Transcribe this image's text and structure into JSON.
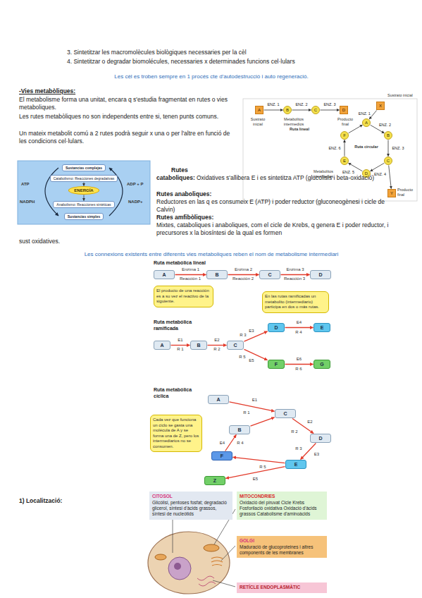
{
  "diagram": {
    "nodes": [
      {
        "text": [
          "A"
        ]
      },
      {
        "text": [
          "B"
        ]
      },
      {
        "text": [
          "C"
        ]
      },
      {
        "text": [
          "D"
        ]
      },
      {
        "text": [
          "X"
        ]
      },
      {
        "text": [
          "A"
        ]
      },
      {
        "text": [
          "B"
        ]
      },
      {
        "text": [
          "C"
        ]
      },
      {
        "text": [
          "D"
        ]
      },
      {
        "text": [
          "E"
        ]
      },
      {
        "text": [
          "F"
        ]
      },
      {
        "text": [
          "Y"
        ]
      },
      {
        "text": [
          "Sustancias complejas"
        ]
      },
      {
        "text": [
          "Catabolismo: Reacciones degradativas"
        ]
      },
      {
        "text": [
          "ENERGÍA"
        ]
      },
      {
        "text": [
          "Anabolismo: Reacciones sintéticas"
        ]
      },
      {
        "text": [
          "Sustancias simples"
        ]
      },
      {
        "text": [
          "A"
        ]
      },
      {
        "text": [
          "B"
        ]
      },
      {
        "text": [
          "C"
        ]
      },
      {
        "text": [
          "D"
        ]
      },
      {
        "text": [
          "El producto de una reacción es a su vez el reactivo de la siguiente."
        ]
      },
      {
        "text": [
          "A"
        ]
      },
      {
        "text": [
          "B"
        ]
      },
      {
        "text": [
          "C"
        ]
      },
      {
        "text": [
          "D"
        ]
      },
      {
        "text": [
          "E"
        ]
      },
      {
        "text": [
          "F"
        ]
      },
      {
        "text": [
          "G"
        ]
      },
      {
        "text": [
          "En las rutas ramificadas un metabolito (intermediario) participa en dos o más rutas."
        ]
      },
      {
        "text": [
          "A"
        ]
      },
      {
        "text": [
          "C"
        ]
      },
      {
        "text": [
          "B"
        ]
      },
      {
        "text": [
          "D"
        ]
      },
      {
        "text": [
          "F"
        ]
      },
      {
        "text": [
          "E"
        ]
      },
      {
        "text": [
          "Z"
        ]
      },
      {
        "text": [
          "Cada vez que funciona un ciclo se gasta una molécula de A y se forma una de Z, pero los intermediarios no se consumen."
        ]
      },
      {
        "text": [
          "CITOSOL",
          "Glicòlisi, pentoses fosfat; degradació glicerol, síntesi d'àcids grassos, síntesi de nucleòtids"
        ]
      },
      {
        "text": [
          "MITOCONDRIES",
          "Oxidació del piruvat Cicle Krebs Fosforilació oxidativa Oxidació d'àcids grassos Catabolisme d'aminoàcids"
        ]
      },
      {
        "text": [
          "GOLGI",
          "Maduració de glucoproteines i altres components de les membranes"
        ]
      },
      {
        "text": [
          "RETÍCLE ENDOPLASMÀTIC"
        ]
      }
    ],
    "edges": [
      {
        "from": 0,
        "to": 1,
        "label": "ENZ. 1",
        "arrow": "to"
      },
      {
        "from": 1,
        "to": 2,
        "label": "ENZ. 2",
        "arrow": "to"
      },
      {
        "from": 2,
        "to": 3,
        "label": "ENZ. 3",
        "arrow": "to"
      },
      {
        "from": 4,
        "to": 5,
        "label": "ENZ. 1",
        "arrow": "to"
      },
      {
        "from": 5,
        "to": 6,
        "label": "ENZ. 2",
        "arrow": "to"
      },
      {
        "from": 6,
        "to": 7,
        "label": "ENZ. 3",
        "arrow": "to"
      },
      {
        "from": 7,
        "to": 8,
        "label": "ENZ. 4",
        "arrow": "to"
      },
      {
        "from": 8,
        "to": 9,
        "label": "ENZ. 5",
        "arrow": "to"
      },
      {
        "from": 9,
        "to": 10,
        "label": "ENZ. 6",
        "arrow": "to"
      },
      {
        "from": 10,
        "to": 5,
        "arrow": "to"
      },
      {
        "from": 7,
        "to": 11,
        "arrow": "to"
      },
      {
        "from": 13,
        "to": 14,
        "arrow": "to"
      },
      {
        "from": 14,
        "to": 15,
        "arrow": "to"
      },
      {
        "from": 17,
        "to": 18,
        "label": "Enzima 1",
        "arrow": "to"
      },
      {
        "from": 18,
        "to": 19,
        "label": "Enzima 2",
        "arrow": "to"
      },
      {
        "from": 19,
        "to": 20,
        "label": "Enzima 3",
        "arrow": "to"
      },
      {
        "from": 22,
        "to": 23,
        "label": "E1",
        "arrow": "to"
      },
      {
        "from": 23,
        "to": 24,
        "label": "E2",
        "arrow": "to"
      },
      {
        "from": 24,
        "to": 25,
        "label": "E3",
        "arrow": "to"
      },
      {
        "from": 25,
        "to": 26,
        "label": "E4",
        "arrow": "to"
      },
      {
        "from": 24,
        "to": 27,
        "label": "E5",
        "arrow": "to"
      },
      {
        "from": 27,
        "to": 28,
        "label": "E6",
        "arrow": "to"
      },
      {
        "from": 30,
        "to": 31,
        "label": "E1",
        "arrow": "to"
      },
      {
        "from": 32,
        "to": 31,
        "arrow": "to"
      },
      {
        "from": 31,
        "to": 33,
        "label": "E2",
        "arrow": "to"
      },
      {
        "from": 33,
        "to": 35,
        "label": "E3",
        "arrow": "to"
      },
      {
        "from": 35,
        "to": 34,
        "arrow": "to"
      },
      {
        "from": 34,
        "to": 32,
        "label": "E4",
        "arrow": "to"
      },
      {
        "from": 35,
        "to": 36,
        "label": "E5",
        "arrow": "to"
      }
    ],
    "labels": [
      "3. Sintetitzar les macromolècules biològiques necessaries per la cèl",
      "4. Sintetitzar o degradar biomolécules, necessaries x determinades funcions cel·lulars",
      "Les cèl es troben sempre en 1 procés cte d'autodestrucció i auto regeneració.",
      "-Vies metabòliques:",
      "El metabolisme forma una unitat, encara q s'estudia fragmentat en rutes o vies metaboliques.",
      "Les rutes metabòliques no son independents entre si, tenen punts comuns.",
      "Un mateix metabolit comú a 2 rutes podrà seguir x una o per l'altre en funció de les condicions cel·lulars.",
      "Sustrato inicial",
      "Metabolitos intermedios",
      "Producto final",
      "Ruta lineal",
      "Sustrato inicial",
      "Ruta circular",
      "Metabolitos intermedios",
      "Producto final",
      "ATP",
      "ADP + P",
      "NADPH",
      "NADP+",
      "Rutes",
      "cataboliques:",
      "Oxidatives s'allibera E i es sintetitza ATP (glucolisis i beta-oxidació)",
      "Rutes anaboliques:",
      "Reductores en las q es consumeix E (ATP) i poder reductor (gluconeogènesi i cicle de Calvin)",
      "Rutes amfibòliques:",
      "Mixtes, cataboliques i anaboliques, com el cicle de Krebs, q genera E i poder reductor, i precursores x la biosíntesi de la qual es formen",
      "sust oxidatives.",
      "Les connexions existents entre diferents vies metaboliques reben el nom de metabolisme intermediari",
      "Ruta metabólica lineal",
      "Reacción 1",
      "Reacción 2",
      "Reacción 3",
      "Ruta metabólica ramificada",
      "R 1",
      "R 2",
      "R 3",
      "R 4",
      "R 5",
      "R 6",
      "Ruta metabólica cíclica",
      "R 1",
      "R 2",
      "R 3",
      "R 4",
      "R 5",
      "1) Localització:"
    ]
  }
}
